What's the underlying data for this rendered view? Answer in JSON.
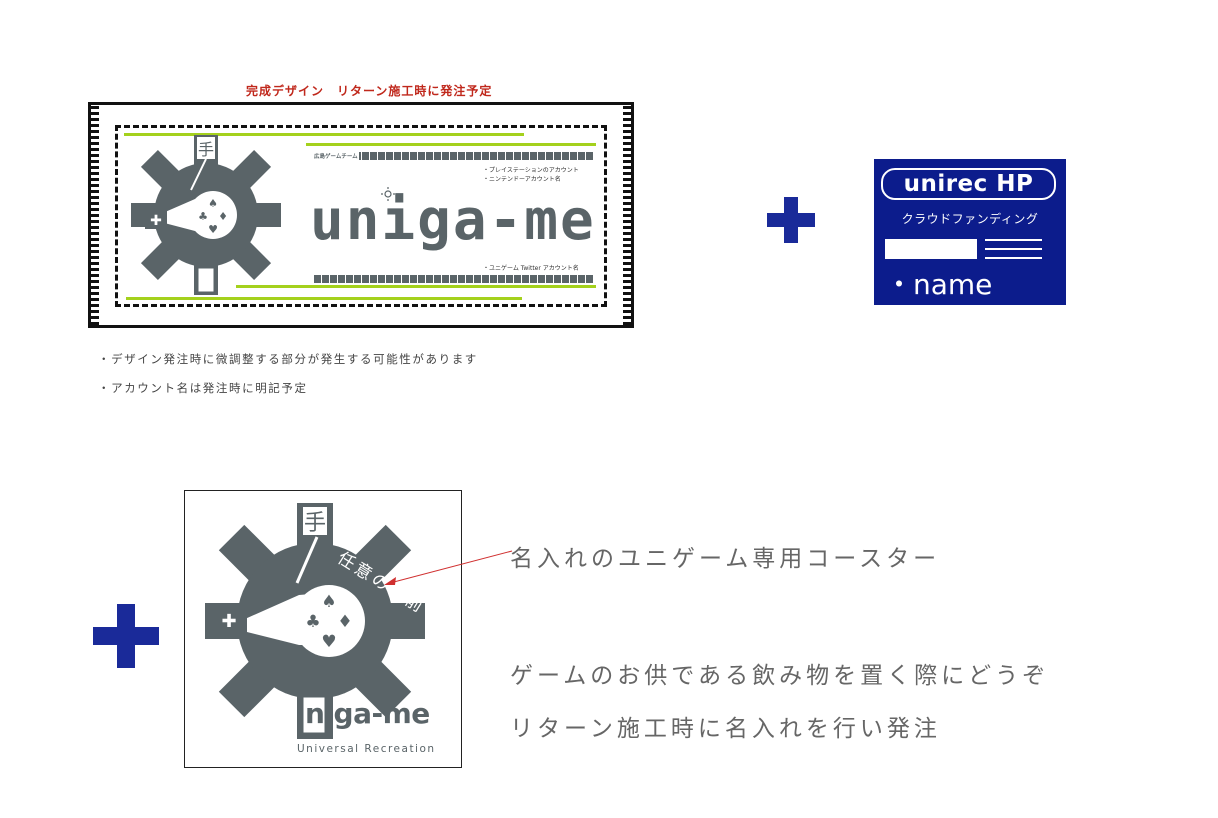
{
  "design": {
    "title": "完成デザイン　リターン施工時に発注予定",
    "banner": {
      "header_label": "広島ゲームチーム",
      "account_note_1": "・プレイステーションのアカウント",
      "account_note_2": "・ニンテンドーアカウント名",
      "twitter_note": "・ユニゲーム Twitter アカウント名",
      "logo_text": "uniga-me"
    },
    "notes": [
      "・デザイン発注時に微調整する部分が発生する可能性があります",
      "・アカウント名は発注時に明記予定"
    ]
  },
  "card": {
    "title": "unirec HP",
    "subtitle": "クラウドファンディング",
    "name_label": "・name"
  },
  "coaster": {
    "name_placeholder": "任意の名前",
    "wordmark": "niga-me",
    "subtitle": "Universal Recreation",
    "annotation": "名入れのユニゲーム専用コースター"
  },
  "description": {
    "line1": "ゲームのお供である飲み物を置く際にどうぞ",
    "line2": "リターン施工時に名入れを行い発注"
  },
  "colors": {
    "accent_red": "#c0281c",
    "gear_gray": "#5a6468",
    "lime": "#a4d11c",
    "navy": "#0c1c8c",
    "plus_blue": "#1a2a99"
  },
  "icons": [
    "gear-logo-icon",
    "controller-icon",
    "spade-icon",
    "club-icon",
    "diamond-icon",
    "heart-icon",
    "plus-icon",
    "arrow-icon"
  ]
}
